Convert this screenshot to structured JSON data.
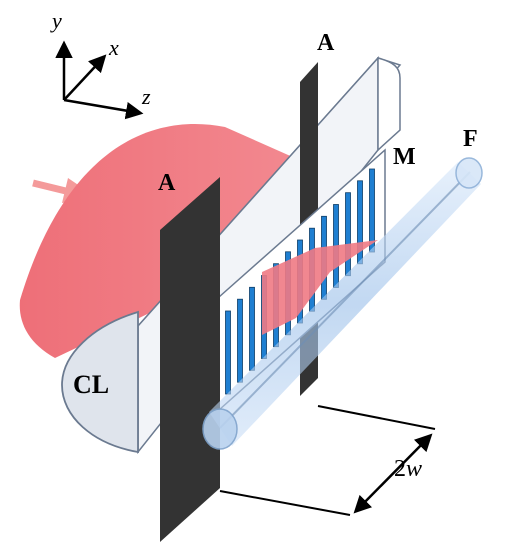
{
  "axes": {
    "y_label": "y",
    "x_label": "x",
    "z_label": "z"
  },
  "labels": {
    "aperture_front": "A",
    "aperture_back": "A",
    "mask": "M",
    "fiber": "F",
    "cylindrical_lens": "CL",
    "width": "2",
    "width_var": "w"
  },
  "colors": {
    "beam": "#f0707a",
    "arrow": "#f49a9a",
    "lens_fill": "#e8ecf3",
    "lens_outline": "#6b7a90",
    "aperture": "#333333",
    "mask_slit": "#1f7fd1",
    "fiber": "#a9c8ec"
  },
  "mask": {
    "slit_count": 13
  }
}
